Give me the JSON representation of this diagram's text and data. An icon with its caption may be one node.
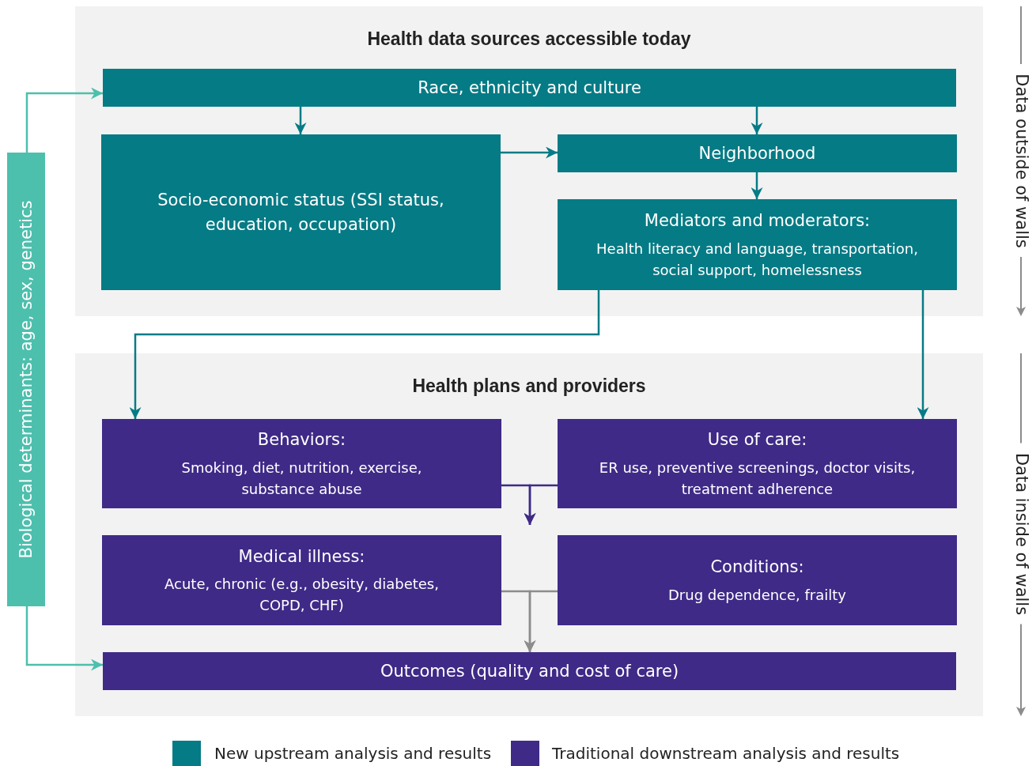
{
  "diagram": {
    "nodes": [
      {
        "text": [
          "Health data sources accessible today"
        ]
      },
      {
        "text": [
          "Race, ethnicity and culture"
        ],
        "in": 0
      },
      {
        "text": [
          "Socio-economic status (SSI status, education, occupation)"
        ],
        "in": 0
      },
      {
        "text": [
          "Neighborhood"
        ],
        "in": 0
      },
      {
        "text": [
          "Mediators and moderators:",
          "Health literacy and language, transportation, social support, homelessness"
        ],
        "in": 0
      },
      {
        "text": [
          "Health plans and providers"
        ]
      },
      {
        "text": [
          "Behaviors:",
          "Smoking, diet, nutrition, exercise, substance abuse"
        ],
        "in": 5
      },
      {
        "text": [
          "Use of care:",
          "ER use, preventive screenings, doctor visits, treatment adherence"
        ],
        "in": 5
      },
      {
        "text": [
          "Medical illness:",
          "Acute, chronic (e.g., obesity, diabetes, COPD, CHF)"
        ],
        "in": 5
      },
      {
        "text": [
          "Conditions:",
          "Drug dependence, frailty"
        ],
        "in": 5
      },
      {
        "text": [
          "Outcomes (quality and cost of care)"
        ],
        "in": 5
      },
      {
        "text": [
          "Biological determinants: age, sex, genetics"
        ]
      }
    ],
    "edges": [
      {
        "from": 1,
        "to": 2,
        "arrow": "to"
      },
      {
        "from": 1,
        "to": 3,
        "arrow": "to"
      },
      {
        "from": 2,
        "to": 3,
        "arrow": "to"
      },
      {
        "from": 3,
        "to": 4,
        "arrow": "to"
      },
      {
        "from": 4,
        "to": 6,
        "arrow": "to"
      },
      {
        "from": 4,
        "to": 7,
        "arrow": "to"
      },
      {
        "from": 6,
        "to": null,
        "arrow": "to",
        "color": "#3f2a87"
      },
      {
        "from": 7,
        "to": null,
        "arrow": "to",
        "color": "#3f2a87"
      },
      {
        "from": 8,
        "to": 10,
        "arrow": "to",
        "color": "#8c8c8c"
      },
      {
        "from": 9,
        "to": 10,
        "arrow": "to",
        "color": "#8c8c8c"
      },
      {
        "from": 11,
        "to": 1,
        "arrow": "to",
        "color": "#4dbfad"
      },
      {
        "from": 11,
        "to": 10,
        "arrow": "to",
        "color": "#4dbfad"
      }
    ],
    "labels": [
      "Data outside of walls",
      "Data inside of walls"
    ],
    "legend": [
      {
        "text": "New upstream analysis and results",
        "color": "#057b85"
      },
      {
        "text": "Traditional downstream analysis and results",
        "color": "#3f2a87"
      }
    ]
  }
}
